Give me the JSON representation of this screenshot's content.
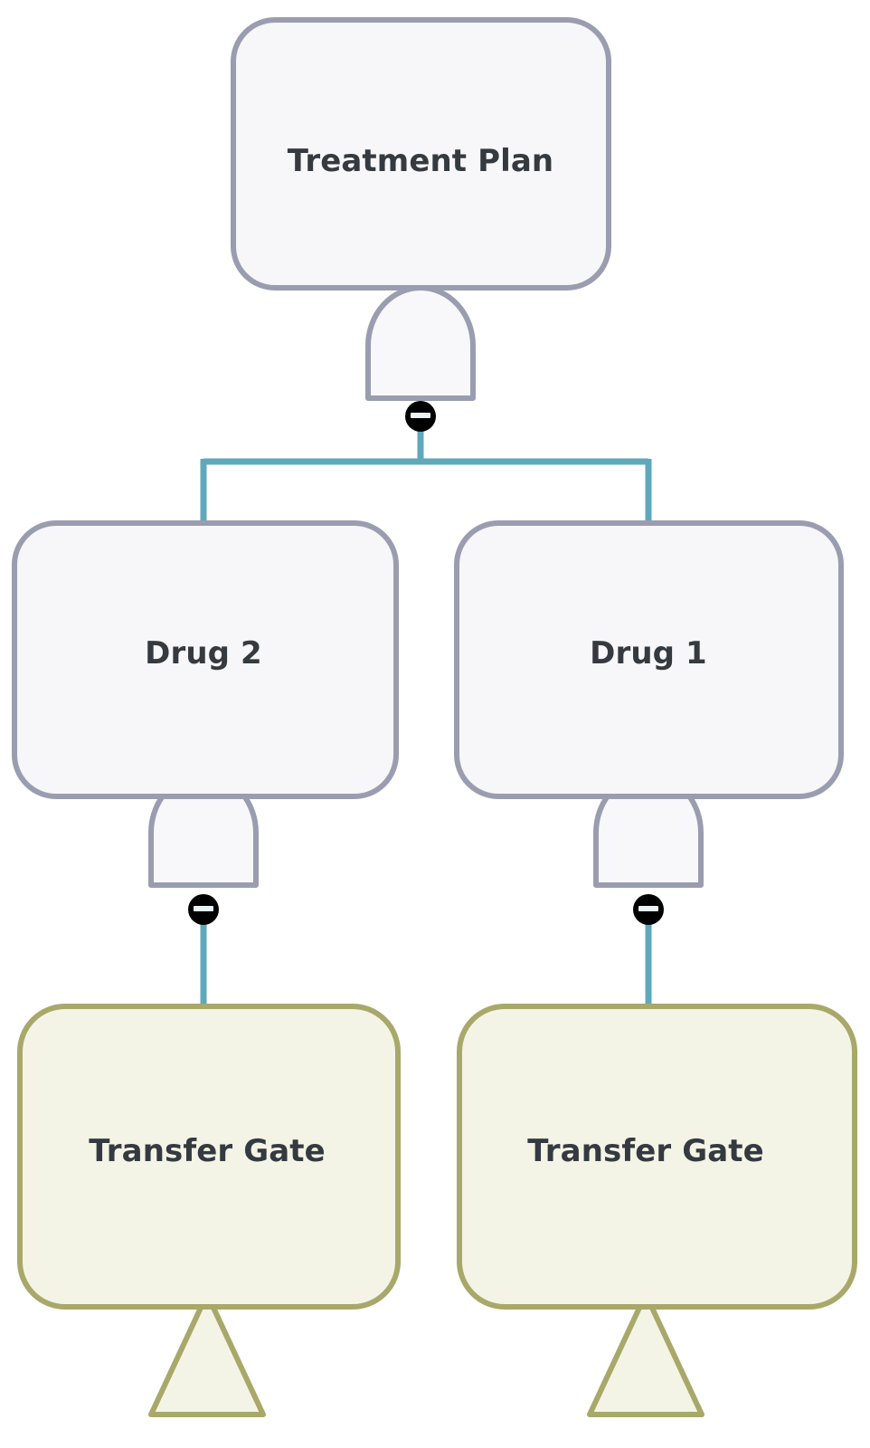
{
  "diagram": {
    "type": "fault-tree",
    "title": "Treatment Plan fault tree",
    "background_color": "#ffffff",
    "palette": {
      "intermediate_stroke": "#9a9db0",
      "intermediate_fill": "#f7f6f8",
      "transfer_stroke": "#a8a86a",
      "transfer_fill": "#f4f4e6",
      "connector": "#5fa8bc",
      "badge_fill": "#000000",
      "badge_glyph": "#e8f4f6",
      "label_color": "#343a40"
    }
  },
  "nodes": {
    "root": {
      "label": "Treatment Plan",
      "kind": "intermediate-event",
      "gate": "and-gate",
      "collapse_badge": "minus"
    },
    "mid_left": {
      "label": "Drug 2",
      "kind": "intermediate-event",
      "gate": "and-gate",
      "collapse_badge": "minus"
    },
    "mid_right": {
      "label": "Drug 1",
      "kind": "intermediate-event",
      "gate": "and-gate",
      "collapse_badge": "minus"
    },
    "leaf_left": {
      "label": "Transfer Gate",
      "kind": "transfer-event",
      "symbol": "transfer-triangle"
    },
    "leaf_right": {
      "label": "Transfer Gate",
      "kind": "transfer-event",
      "symbol": "transfer-triangle"
    }
  },
  "edges": [
    {
      "from": "root",
      "to": "mid_left"
    },
    {
      "from": "root",
      "to": "mid_right"
    },
    {
      "from": "mid_left",
      "to": "leaf_left"
    },
    {
      "from": "mid_right",
      "to": "leaf_right"
    }
  ]
}
